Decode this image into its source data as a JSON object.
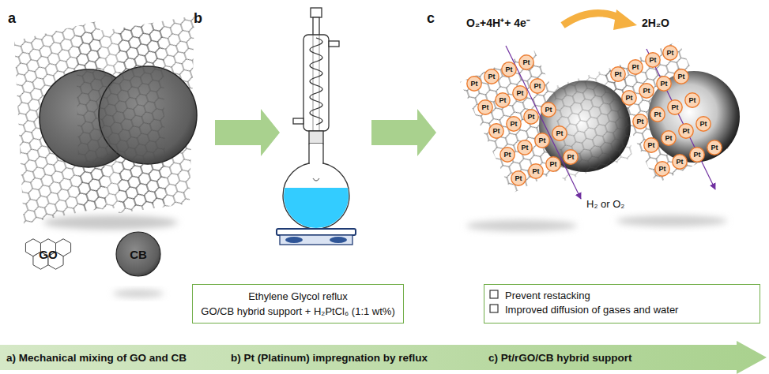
{
  "diagram": {
    "nodes": [
      {
        "text": [
          "GO"
        ]
      },
      {
        "text": [
          "CB"
        ]
      },
      {
        "text": [
          "Ethylene Glycol reflux",
          "GO/CB hybrid support + H₂PtCl₆ (1:1 wt%)"
        ]
      },
      {
        "text": [
          "Pt"
        ]
      },
      {
        "text": [
          "Pt"
        ]
      },
      {
        "text": [
          "Pt"
        ]
      },
      {
        "text": [
          "Pt"
        ]
      },
      {
        "text": [
          "Pt"
        ]
      },
      {
        "text": [
          "Pt"
        ]
      },
      {
        "text": [
          "Pt"
        ]
      },
      {
        "text": [
          "Pt"
        ]
      },
      {
        "text": [
          "Pt"
        ]
      },
      {
        "text": [
          "Pt"
        ]
      },
      {
        "text": [
          "Pt"
        ]
      },
      {
        "text": [
          "Pt"
        ]
      },
      {
        "text": [
          "Pt"
        ]
      },
      {
        "text": [
          "Pt"
        ]
      },
      {
        "text": [
          "Pt"
        ]
      },
      {
        "text": [
          "Pt"
        ]
      },
      {
        "text": [
          "Pt"
        ]
      },
      {
        "text": [
          "Pt"
        ]
      },
      {
        "text": [
          "Pt"
        ]
      },
      {
        "text": [
          "Pt"
        ]
      },
      {
        "text": [
          "Pt"
        ]
      },
      {
        "text": [
          "Pt"
        ]
      },
      {
        "text": [
          "Pt"
        ]
      },
      {
        "text": [
          "Pt"
        ]
      },
      {
        "text": [
          "Pt"
        ]
      },
      {
        "text": [
          "Pt"
        ]
      },
      {
        "text": [
          "Pt"
        ]
      },
      {
        "text": [
          "Pt"
        ]
      },
      {
        "text": [
          "Pt"
        ]
      },
      {
        "text": [
          "Pt"
        ]
      },
      {
        "text": [
          "Pt"
        ]
      },
      {
        "text": [
          "Pt"
        ]
      },
      {
        "text": [
          "Pt"
        ]
      },
      {
        "text": [
          "Pt"
        ]
      },
      {
        "text": [
          "Pt"
        ]
      },
      {
        "text": [
          "Pt"
        ]
      },
      {
        "text": [
          "Pt"
        ]
      },
      {
        "text": [
          "Pt"
        ]
      },
      {
        "text": [
          "Pt"
        ]
      },
      {
        "text": [
          "Pt"
        ]
      },
      {
        "text": [
          "Prevent restacking",
          "Improved diffusion of gases and water"
        ]
      },
      {
        "text": [
          "a) Mechanical mixing of GO and CB",
          "b) Pt (Platinum) impregnation by reflux",
          "c) Pt/rGO/CB hybrid support"
        ]
      }
    ],
    "labels": [
      "a",
      "b",
      "c",
      "O₂+4H⁺+ 4e⁻",
      "2H₂O",
      "H₂ or O₂"
    ]
  }
}
